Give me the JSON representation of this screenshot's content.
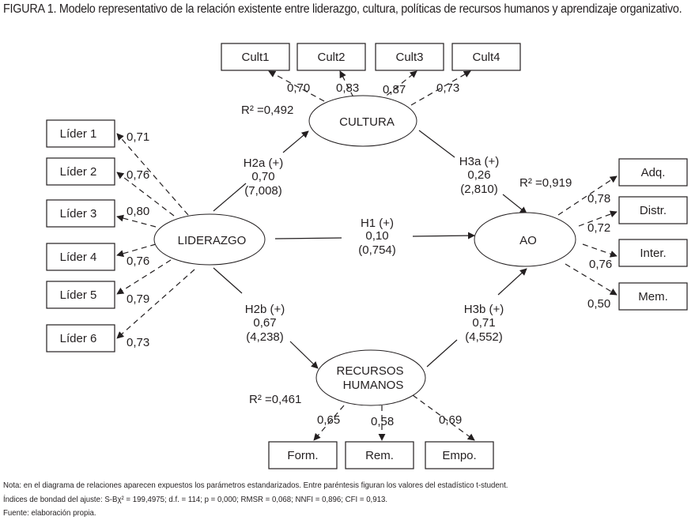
{
  "figure": {
    "title": "FIGURA 1. Modelo representativo de la relación existente entre liderazgo, cultura, políticas de recursos humanos y aprendizaje organizativo."
  },
  "latent": {
    "liderazgo": "LIDERAZGO",
    "cultura": "CULTURA",
    "ao": "AO",
    "rrhh_line1": "RECURSOS",
    "rrhh_line2": "HUMANOS"
  },
  "r2": {
    "cultura": "R² =0,492",
    "ao": "R² =0,919",
    "rrhh": "R² =0,461"
  },
  "indicators": {
    "liderazgo": [
      {
        "label": "Líder 1",
        "loading": "0,71"
      },
      {
        "label": "Líder 2",
        "loading": "0,76"
      },
      {
        "label": "Líder 3",
        "loading": "0,80"
      },
      {
        "label": "Líder 4",
        "loading": "0,76"
      },
      {
        "label": "Líder 5",
        "loading": "0,79"
      },
      {
        "label": "Líder 6",
        "loading": "0,73"
      }
    ],
    "cultura": [
      {
        "label": "Cult1",
        "loading": "0,70"
      },
      {
        "label": "Cult2",
        "loading": "0,83"
      },
      {
        "label": "Cult3",
        "loading": "0,87"
      },
      {
        "label": "Cult4",
        "loading": "0,73"
      }
    ],
    "ao": [
      {
        "label": "Adq.",
        "loading": "0,78"
      },
      {
        "label": "Distr.",
        "loading": "0,72"
      },
      {
        "label": "Inter.",
        "loading": "0,76"
      },
      {
        "label": "Mem.",
        "loading": "0,50"
      }
    ],
    "rrhh": [
      {
        "label": "Form.",
        "loading": "0,65"
      },
      {
        "label": "Rem.",
        "loading": "0,58"
      },
      {
        "label": "Empo.",
        "loading": "0,69"
      }
    ]
  },
  "paths": {
    "h1": {
      "name": "H1 (+)",
      "coef": "0,10",
      "t": "(0,754)"
    },
    "h2a": {
      "name": "H2a (+)",
      "coef": "0,70",
      "t": "(7,008)"
    },
    "h2b": {
      "name": "H2b (+)",
      "coef": "0,67",
      "t": "(4,238)"
    },
    "h3a": {
      "name": "H3a (+)",
      "coef": "0,26",
      "t": "(2,810)"
    },
    "h3b": {
      "name": "H3b  (+)",
      "coef": "0,71",
      "t": "(4,552)"
    }
  },
  "notes": {
    "nota": "Nota: en el diagrama de relaciones aparecen expuestos los parámetros estandarizados. Entre paréntesis figuran los valores del estadístico t-student.",
    "ajuste": "Índices de bondad del ajuste: S-Bχ² = 199,4975; d.f. = 114; p = 0,000; RMSR = 0,068; NNFI = 0,896; CFI = 0,913.",
    "fuente": "Fuente: elaboración propia."
  }
}
